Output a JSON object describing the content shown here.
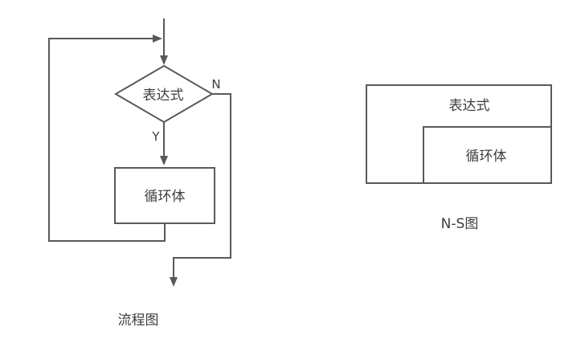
{
  "colors": {
    "line": "#595959",
    "text": "#3d3d3d",
    "background": "#ffffff"
  },
  "flowchart": {
    "caption": "流程图",
    "decision_label": "表达式",
    "loop_body_label": "循环体",
    "no_branch_label": "N",
    "yes_branch_label": "Y"
  },
  "ns_diagram": {
    "caption": "N-S图",
    "condition_label": "表达式",
    "loop_body_label": "循环体"
  }
}
